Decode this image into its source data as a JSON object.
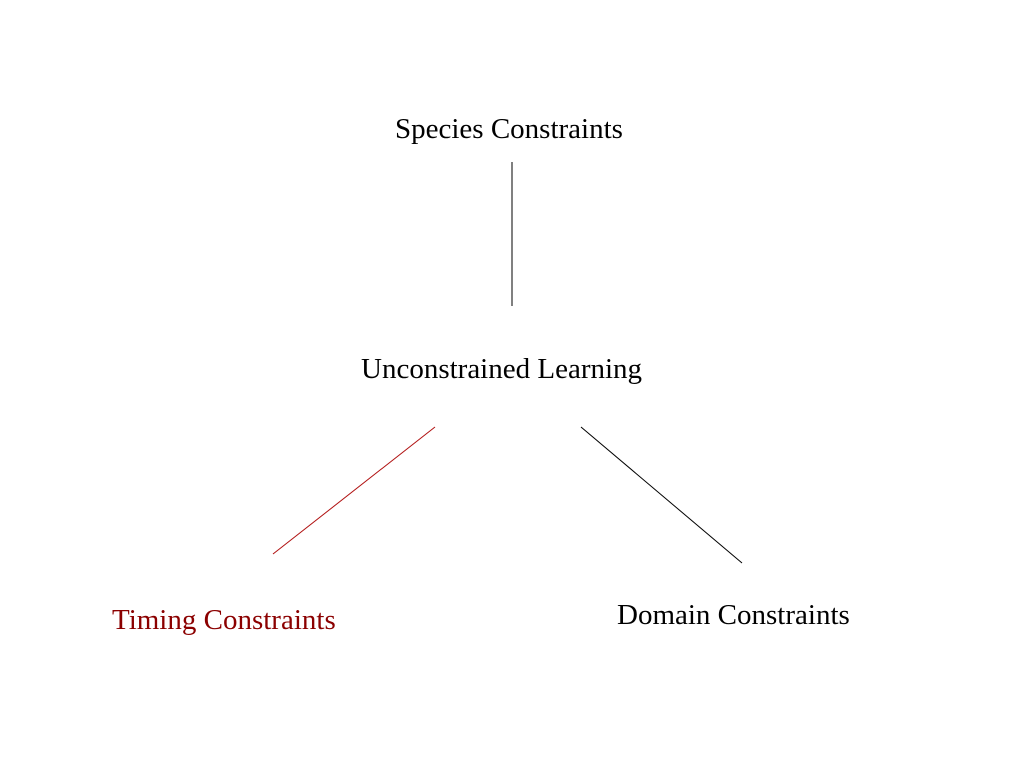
{
  "diagram": {
    "nodes": {
      "species": {
        "label": "Species Constraints",
        "color": "#000000"
      },
      "unconstrained": {
        "label": "Unconstrained Learning",
        "color": "#000000"
      },
      "timing": {
        "label": "Timing Constraints",
        "color": "#8b0000"
      },
      "domain": {
        "label": "Domain Constraints",
        "color": "#000000"
      }
    },
    "edges": [
      {
        "from": "species",
        "to": "unconstrained",
        "color": "#000000"
      },
      {
        "from": "unconstrained",
        "to": "timing",
        "color": "#b01010"
      },
      {
        "from": "unconstrained",
        "to": "domain",
        "color": "#000000"
      }
    ]
  }
}
